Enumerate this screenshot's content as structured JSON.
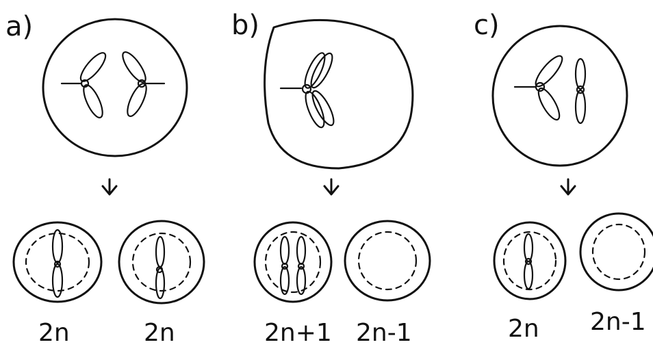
{
  "panels": [
    {
      "label": "a)",
      "daughters": [
        "2n",
        "2n"
      ]
    },
    {
      "label": "b)",
      "daughters": [
        "2n+1",
        "2n-1"
      ]
    },
    {
      "label": "c)",
      "daughters": [
        "2n",
        "2n-1"
      ]
    }
  ]
}
